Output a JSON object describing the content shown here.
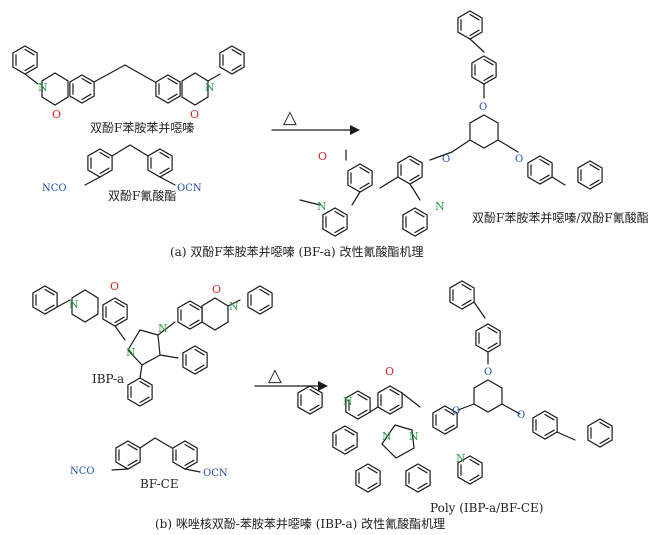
{
  "panel_a": {
    "monomer_label": "双酚F苯胺苯并噁嗪",
    "cyanate_label": "双酚F氰酸酯",
    "product_label": "双酚F苯胺苯并噁嗪/双酚F氰酸酯",
    "caption": "(a) 双酚F苯胺苯并噁嗪 (BF-a) 改性氰酸酯机理",
    "arrow_symbol": "△",
    "nco_left": "NCO",
    "nco_right": "OCN"
  },
  "panel_b": {
    "monomer_label": "IBP-a",
    "cyanate_label": "BF-CE",
    "product_label": "Poly (IBP-a/BF-CE)",
    "caption": "(b) 咪唑核双酚-苯胺苯并噁嗪 (IBP-a) 改性氰酸酯机理",
    "arrow_symbol": "△",
    "nco_left": "NCO",
    "nco_right": "OCN"
  },
  "atoms": {
    "N": "N",
    "O": "O"
  },
  "colors": {
    "nitrogen": "#2a9d4a",
    "oxygen": "#d62828",
    "cyanate": "#1f4fa8",
    "bond": "#1a1a1a"
  }
}
